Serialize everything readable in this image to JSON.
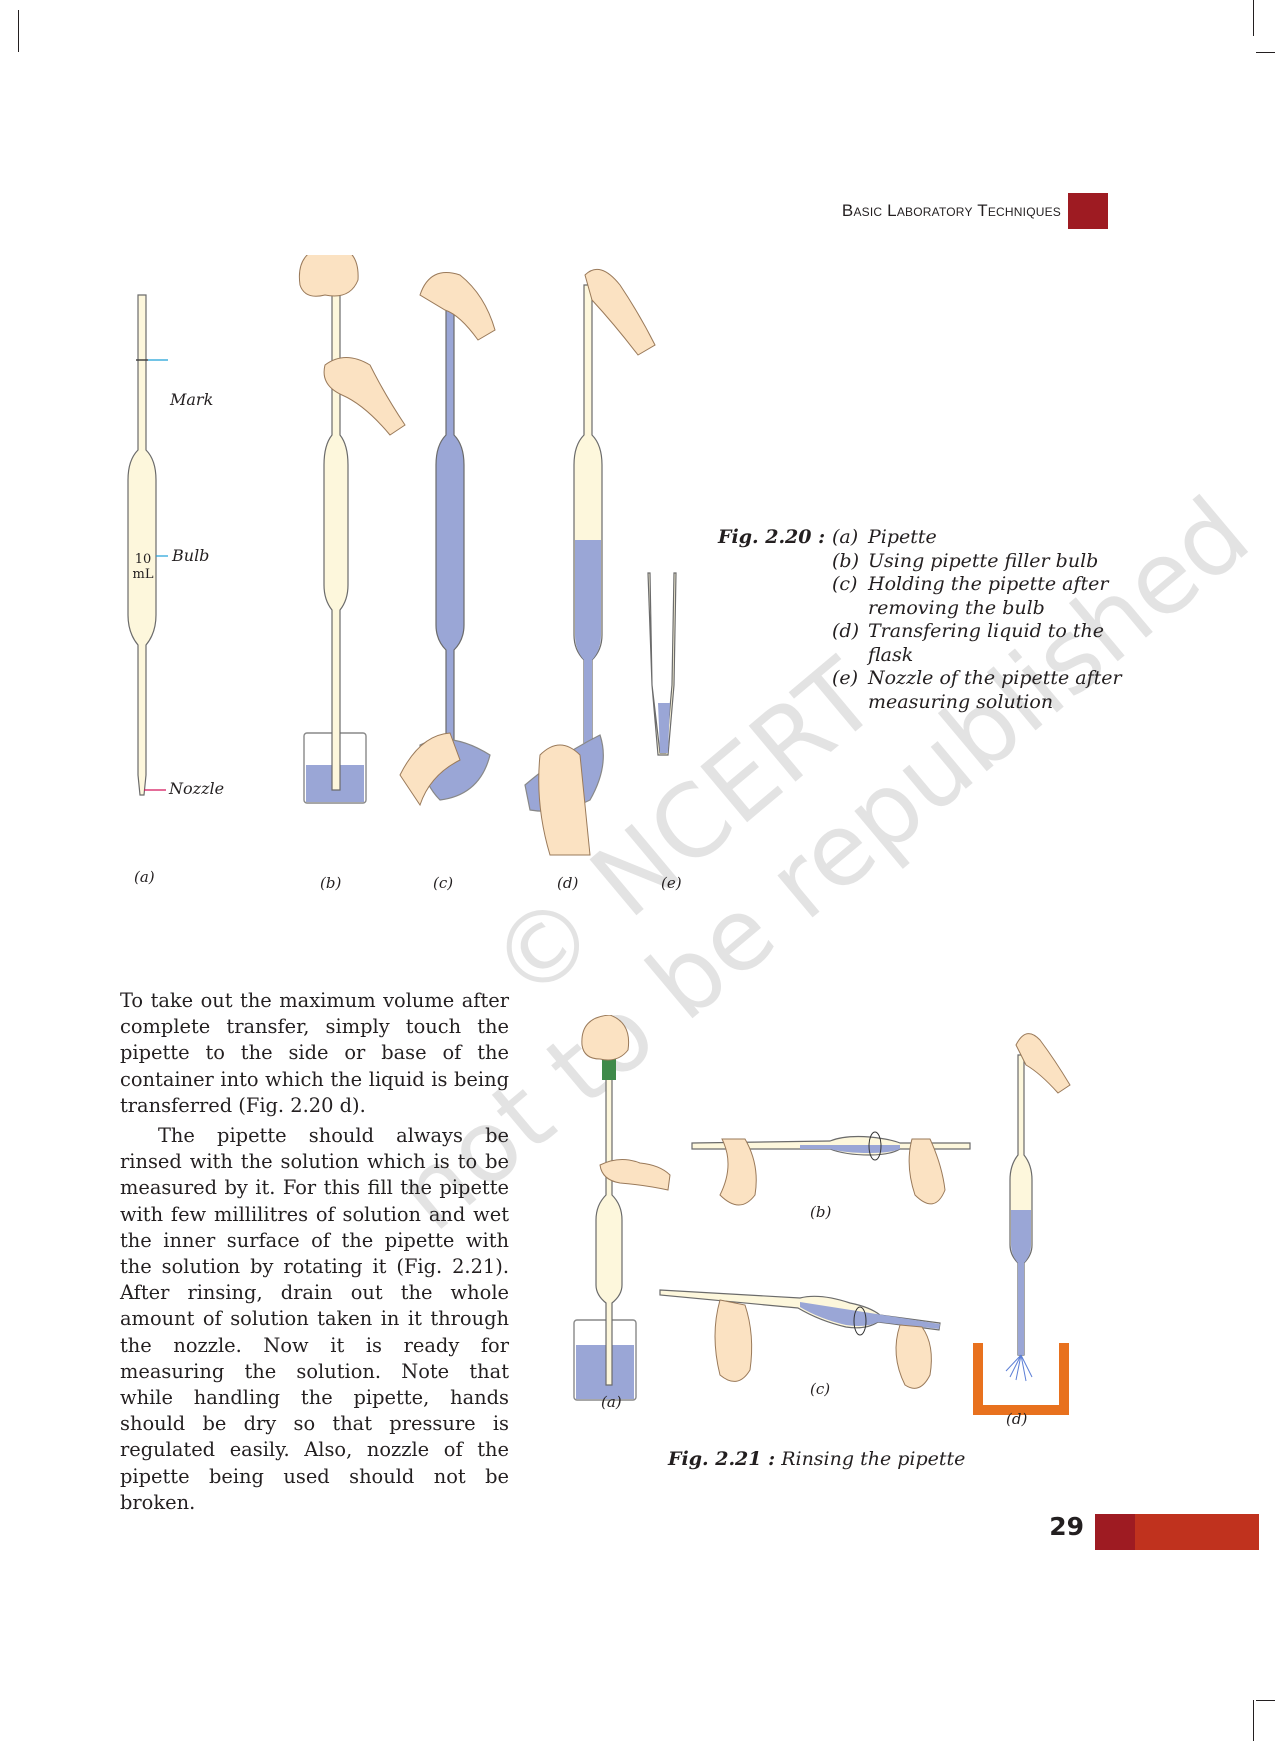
{
  "header": {
    "title": "Basic Laboratory Techniques",
    "accent_color": "#9e1b22"
  },
  "fig220": {
    "callouts": {
      "mark": "Mark",
      "bulb": "Bulb",
      "nozzle": "Nozzle",
      "volume": "10 mL"
    },
    "sublabels": [
      "(a)",
      "(b)",
      "(c)",
      "(d)",
      "(e)"
    ],
    "caption_lead": "Fig. 2.20 :",
    "caption_items": [
      {
        "key": "(a)",
        "text": "Pipette"
      },
      {
        "key": "(b)",
        "text": "Using pipette filler bulb"
      },
      {
        "key": "(c)",
        "text": "Holding the pipette after removing the bulb"
      },
      {
        "key": "(d)",
        "text": "Transfering liquid to the flask"
      },
      {
        "key": "(e)",
        "text": "Nozzle of the pipette after measuring solution"
      }
    ]
  },
  "body": {
    "paragraphs": [
      "To take out the maximum volume after complete transfer, simply touch the pipette to the side or base of the container into which the liquid is being transferred (Fig. 2.20 d).",
      "The pipette should always be rinsed with the solution which is to be measured by it. For this fill the pipette with few millilitres of solution and wet the inner surface of the pipette with the solution by rotating it (Fig. 2.21). After rinsing, drain out the whole amount of solution taken in it through the nozzle. Now it is ready for measuring the solution. Note that while handling the pipette, hands should be dry so that pressure is regulated easily. Also, nozzle of the pipette being used should not be broken."
    ]
  },
  "fig221": {
    "sublabels": [
      "(a)",
      "(b)",
      "(c)",
      "(d)"
    ],
    "caption_lead": "Fig. 2.21 :",
    "caption_text": "Rinsing the pipette"
  },
  "watermark": [
    "© NCERT",
    "not to be republished"
  ],
  "footer": {
    "page_number": "29",
    "bar_colors": [
      "#9e1b22",
      "#c0321e"
    ]
  },
  "colors": {
    "liquid": "#9aa6d6",
    "glass": "#fdf7dc",
    "skin": "#fbe2c2",
    "bulb": "#3f8a4a",
    "trough": "#e8711e",
    "callout_line": "#1fa0d8",
    "nozzle_line": "#d4145a"
  }
}
